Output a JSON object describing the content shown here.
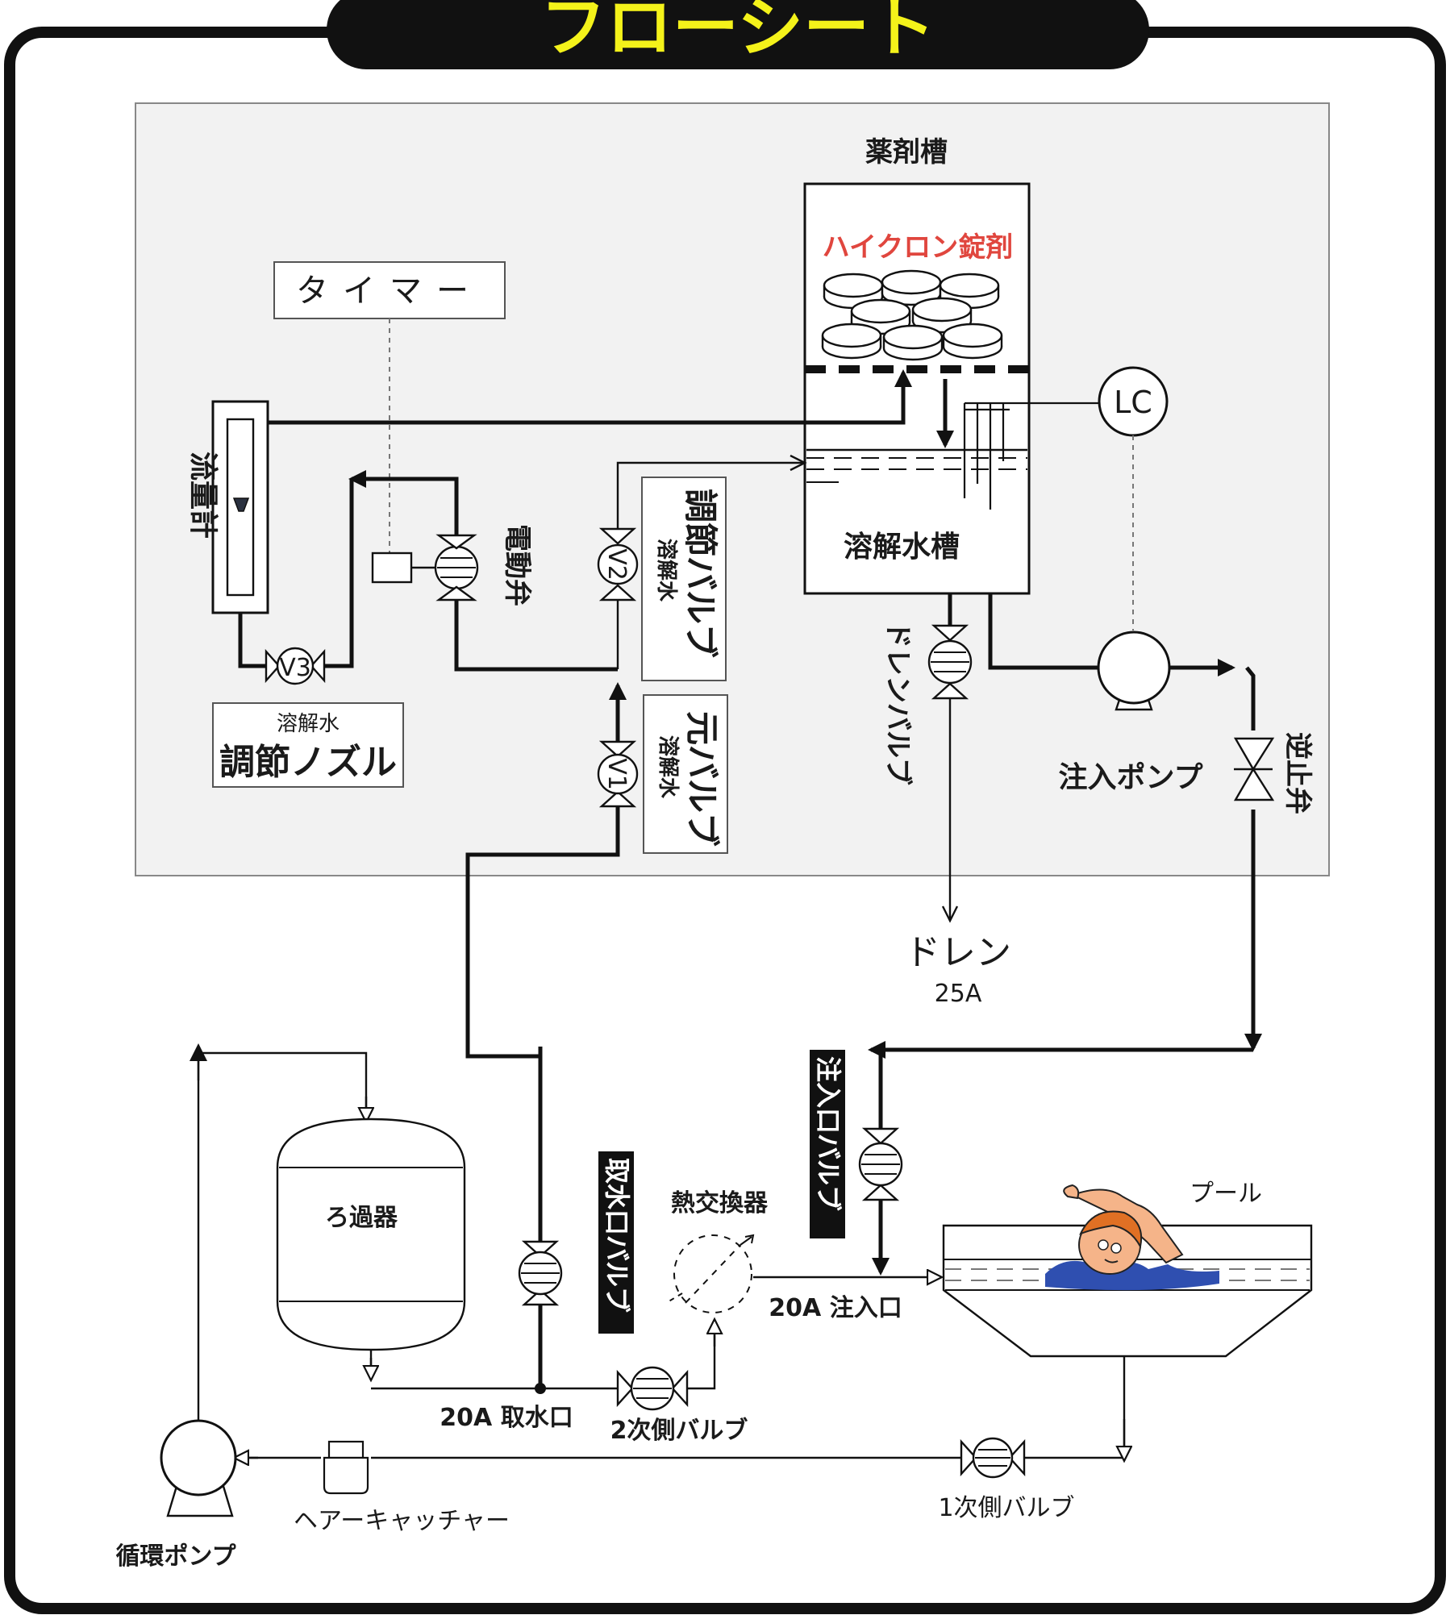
{
  "title": "フローシート",
  "colors": {
    "title_bg": "#111111",
    "title_text": "#f4f21a",
    "tablet_label": "#e0463e",
    "panel_bg": "#f2f2f2",
    "border": "#111111"
  },
  "labels": {
    "chem_tank": "薬剤槽",
    "tablet": "ハイクロン錠剤",
    "lc": "LC",
    "timer": "タイマー",
    "flowmeter": "流量計",
    "motor_valve": "電動弁",
    "v1": "V1",
    "v2": "V2",
    "v3": "V3",
    "v2_small": "溶解水",
    "v2_big": "調節バルブ",
    "v1_small": "溶解水",
    "v1_big": "元バルブ",
    "nozzle_small": "溶解水",
    "nozzle_big": "調節ノズル",
    "dissolve_tank": "溶解水槽",
    "drain_valve": "ドレンバルブ",
    "injection_pump": "注入ポンプ",
    "check_valve": "逆止弁",
    "drain": "ドレン",
    "drain_size": "25A",
    "inlet_valve": "注入口バルブ",
    "pool": "プール",
    "heat_exchanger": "熱交換器",
    "intake_valve": "取水口バルブ",
    "filter": "ろ過器",
    "inlet": "20A 注入口",
    "intake": "20A 取水口",
    "secondary_valve": "2次側バルブ",
    "primary_valve": "1次側バルブ",
    "hair_catcher": "ヘアーキャッチャー",
    "circulation_pump": "循環ポンプ"
  }
}
